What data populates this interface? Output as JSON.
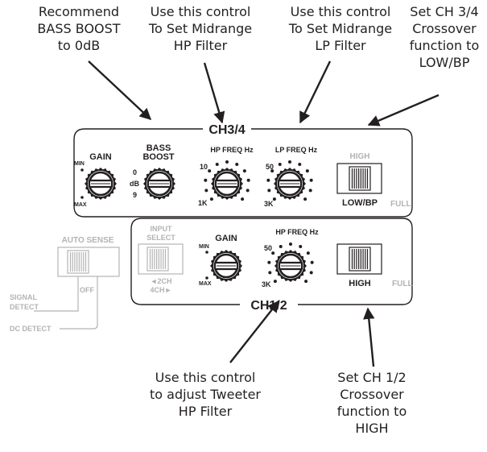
{
  "callouts": {
    "bass_boost": "Recommend\nBASS BOOST\nto 0dB",
    "midrange_hp": "Use this control\nTo Set Midrange\nHP Filter",
    "midrange_lp": "Use this control\nTo Set Midrange\nLP Filter",
    "ch34_crossover": "Set CH 3/4\nCrossover\nfunction to\nLOW/BP",
    "tweeter_hp": "Use this control\nto adjust Tweeter\nHP Filter",
    "ch12_crossover": "Set CH 1/2\nCrossover\nfunction to\nHIGH"
  },
  "ch34": {
    "title": "CH3/4",
    "gain": {
      "label": "GAIN",
      "min": "MIN",
      "max": "MAX"
    },
    "bass_boost": {
      "label_line1": "BASS",
      "label_line2": "BOOST",
      "zero": "0",
      "db": "dB",
      "nine": "9"
    },
    "hp_freq": {
      "label": "HP FREQ Hz",
      "top": "10",
      "bottom": "1K"
    },
    "lp_freq": {
      "label": "LP FREQ Hz",
      "top": "50",
      "bottom": "3K"
    },
    "switch": {
      "high": "HIGH",
      "low_bp": "LOW/BP",
      "full": "FULL",
      "selected": "LOW/BP"
    }
  },
  "ch12": {
    "title": "CH1/2",
    "input_select": {
      "label_line1": "INPUT",
      "label_line2": "SELECT",
      "opt1": "◄2CH",
      "opt2": "4CH►"
    },
    "gain": {
      "label": "GAIN",
      "min": "MIN",
      "max": "MAX"
    },
    "hp_freq": {
      "label": "HP FREQ Hz",
      "top": "50",
      "bottom": "3K"
    },
    "switch": {
      "high": "HIGH",
      "full": "FULL",
      "selected": "HIGH"
    }
  },
  "auto_sense": {
    "label": "AUTO SENSE",
    "off": "OFF",
    "signal_line1": "SIGNAL",
    "signal_line2": "DETECT",
    "dc": "DC DETECT"
  },
  "colors": {
    "ink": "#231f20",
    "disabled": "#b3b3b3"
  }
}
